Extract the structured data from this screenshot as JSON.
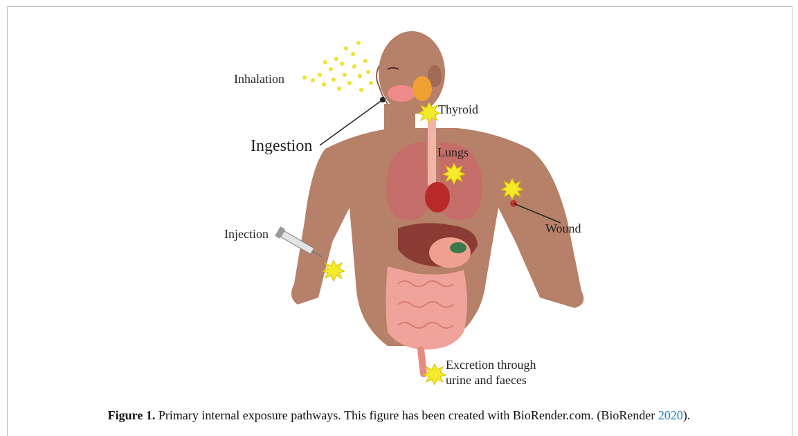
{
  "labels": {
    "inhalation": "Inhalation",
    "ingestion": "Ingestion",
    "thyroid": "Thyroid",
    "lungs": "Lungs",
    "wound": "Wound",
    "injection": "Injection",
    "excretion_line1": "Excretion through",
    "excretion_line2": "urine and faeces"
  },
  "caption": {
    "figure_label": "Figure 1.",
    "text": " Primary internal exposure pathways. This figure has been created with BioRender.com. (BioRender ",
    "link": "2020",
    "end": ")."
  },
  "colors": {
    "skin": "#b78068",
    "skin_dark": "#a06a55",
    "lungs": "#c86a6a",
    "heart": "#b82a2a",
    "intestine": "#f0a39a",
    "liver": "#8a3b33",
    "burst": "#f4ea2a",
    "particles": "#f1e12f",
    "link": "#1a7fc0"
  }
}
